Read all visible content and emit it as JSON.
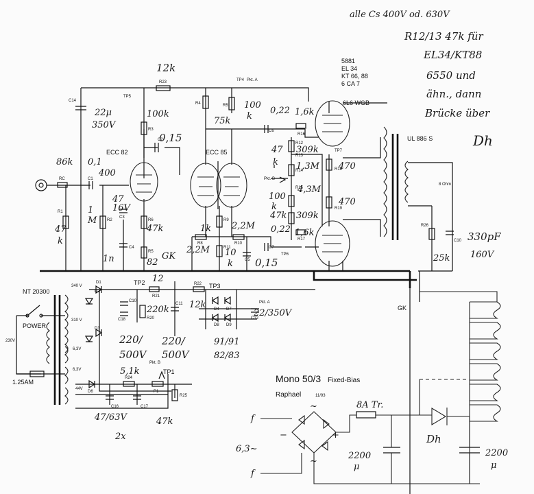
{
  "notes_top_right": [
    "alle Cs 400V od. 630V",
    "R12/13 47k für",
    "EL34/KT88",
    "6550 und",
    "ähn., dann",
    "Brücke über",
    "Dh"
  ],
  "title": {
    "name": "Mono 50/3",
    "mode": "Fixed-Bias",
    "author": "Raphael",
    "date": "11/93"
  },
  "tube_list": [
    "5881",
    "EL 34",
    "KT 66, 88",
    "6 CA 7"
  ],
  "output_tubes": "6L6 WGB",
  "output_transformer": "UL 886 S",
  "speaker_out": "8 Ohm",
  "power_transformer": "NT 20300",
  "power_switch": "POWER",
  "mains_voltage": "230V",
  "fuse": "1.25AM",
  "tubes": {
    "preamp": "ECC 82",
    "phase_inverter": "ECC 85"
  },
  "test_points": {
    "tp1": "TP1",
    "tp2": "TP2",
    "tp3": "TP3",
    "tp4": "TP4",
    "tp5": "TP5",
    "tp6": "TP6",
    "tp7": "TP7"
  },
  "points": {
    "pkt_a": "Pkt. A",
    "pkt_b": "Pkt. B",
    "gk": "GK"
  },
  "secondary_voltages": [
    "340 V",
    "310 V",
    "6,3V",
    "6,3V",
    "44V"
  ],
  "hand_values": {
    "r23": "12k",
    "c14": "22μ",
    "c14_v": "350V",
    "r3": "100k",
    "c2": "0,15",
    "r4": "75k",
    "r5": "100",
    "r5b": "k",
    "c6": "0,22",
    "r16": "1,6k",
    "r12": "47",
    "r12b": "k",
    "r13": "309k",
    "r14": "1,3M",
    "pot_b": "100",
    "pot_b2": "k",
    "r15": "4,3M",
    "r9a": "47k",
    "r19a": "309k",
    "c7": "0,22",
    "r17": "1,6k",
    "r18": "470",
    "r19": "470",
    "r26": "25k",
    "c10": "330pF",
    "c10_v": "160V",
    "ra": "86k",
    "c1": "0,1",
    "c1_v": "400",
    "r1": "47",
    "r1b": "k",
    "r2": "1",
    "r2b": "M",
    "c3": "47",
    "c3_v": "16V",
    "r6": "47k",
    "c4": "1n",
    "r7": "82",
    "r8": "1k",
    "r11": "2,2M",
    "r10": "2,2M",
    "r12k": "10",
    "r12kb": "k",
    "c5": "0,15",
    "r21": "12",
    "r20": "220k",
    "r22": "12k",
    "c12": "22/350V",
    "c10_11": "220/",
    "c10_11b": "500V",
    "c11b": "220/",
    "c11c": "500V",
    "d": "91/91",
    "d2": "82/83",
    "r24": "5,1k",
    "c16": "47/63V",
    "c16b": "2x",
    "p1": "47k",
    "fuse8": "8A Tr.",
    "v63": "6,3~",
    "f1": "f",
    "f2": "f",
    "cap2200a": "2200",
    "cap2200a_u": "μ",
    "dh": "Dh",
    "cap2200b": "2200",
    "cap2200b_u": "μ",
    "tilde": "~",
    "plus": "+",
    "minus": "−"
  },
  "print_labels": {
    "r23": "R23",
    "c14": "C14",
    "r3": "R3",
    "c2": "C2",
    "r4": "R4",
    "r5": "R5",
    "c6": "C6",
    "r16": "R16",
    "r12": "R12",
    "r13": "R13",
    "r14": "R14",
    "r15": "R15",
    "c7": "C7",
    "r17": "R17",
    "r18": "R18",
    "r19": "R19",
    "r26": "R26",
    "c10": "C10",
    "ra": "RC",
    "c1": "C1",
    "r1": "R1",
    "r2": "R2",
    "c3": "C3",
    "r6": "R6",
    "c4": "C4",
    "r7": "R5",
    "r8": "R8",
    "r9": "R9",
    "r11": "R11",
    "r10": "R10",
    "c5": "C5",
    "r21": "R21",
    "c10b": "C10",
    "c18": "C18",
    "r20": "R20",
    "c11": "C11",
    "r22": "R22",
    "d1": "D1",
    "d2": "D2",
    "d3": "D3",
    "d4": "D4",
    "d7": "D7",
    "d8": "D8",
    "d9": "D9",
    "c12": "C12",
    "r24": "R24",
    "c16": "C16",
    "c17": "C17",
    "p1": "P1",
    "r25": "R25",
    "d6": "D6"
  }
}
